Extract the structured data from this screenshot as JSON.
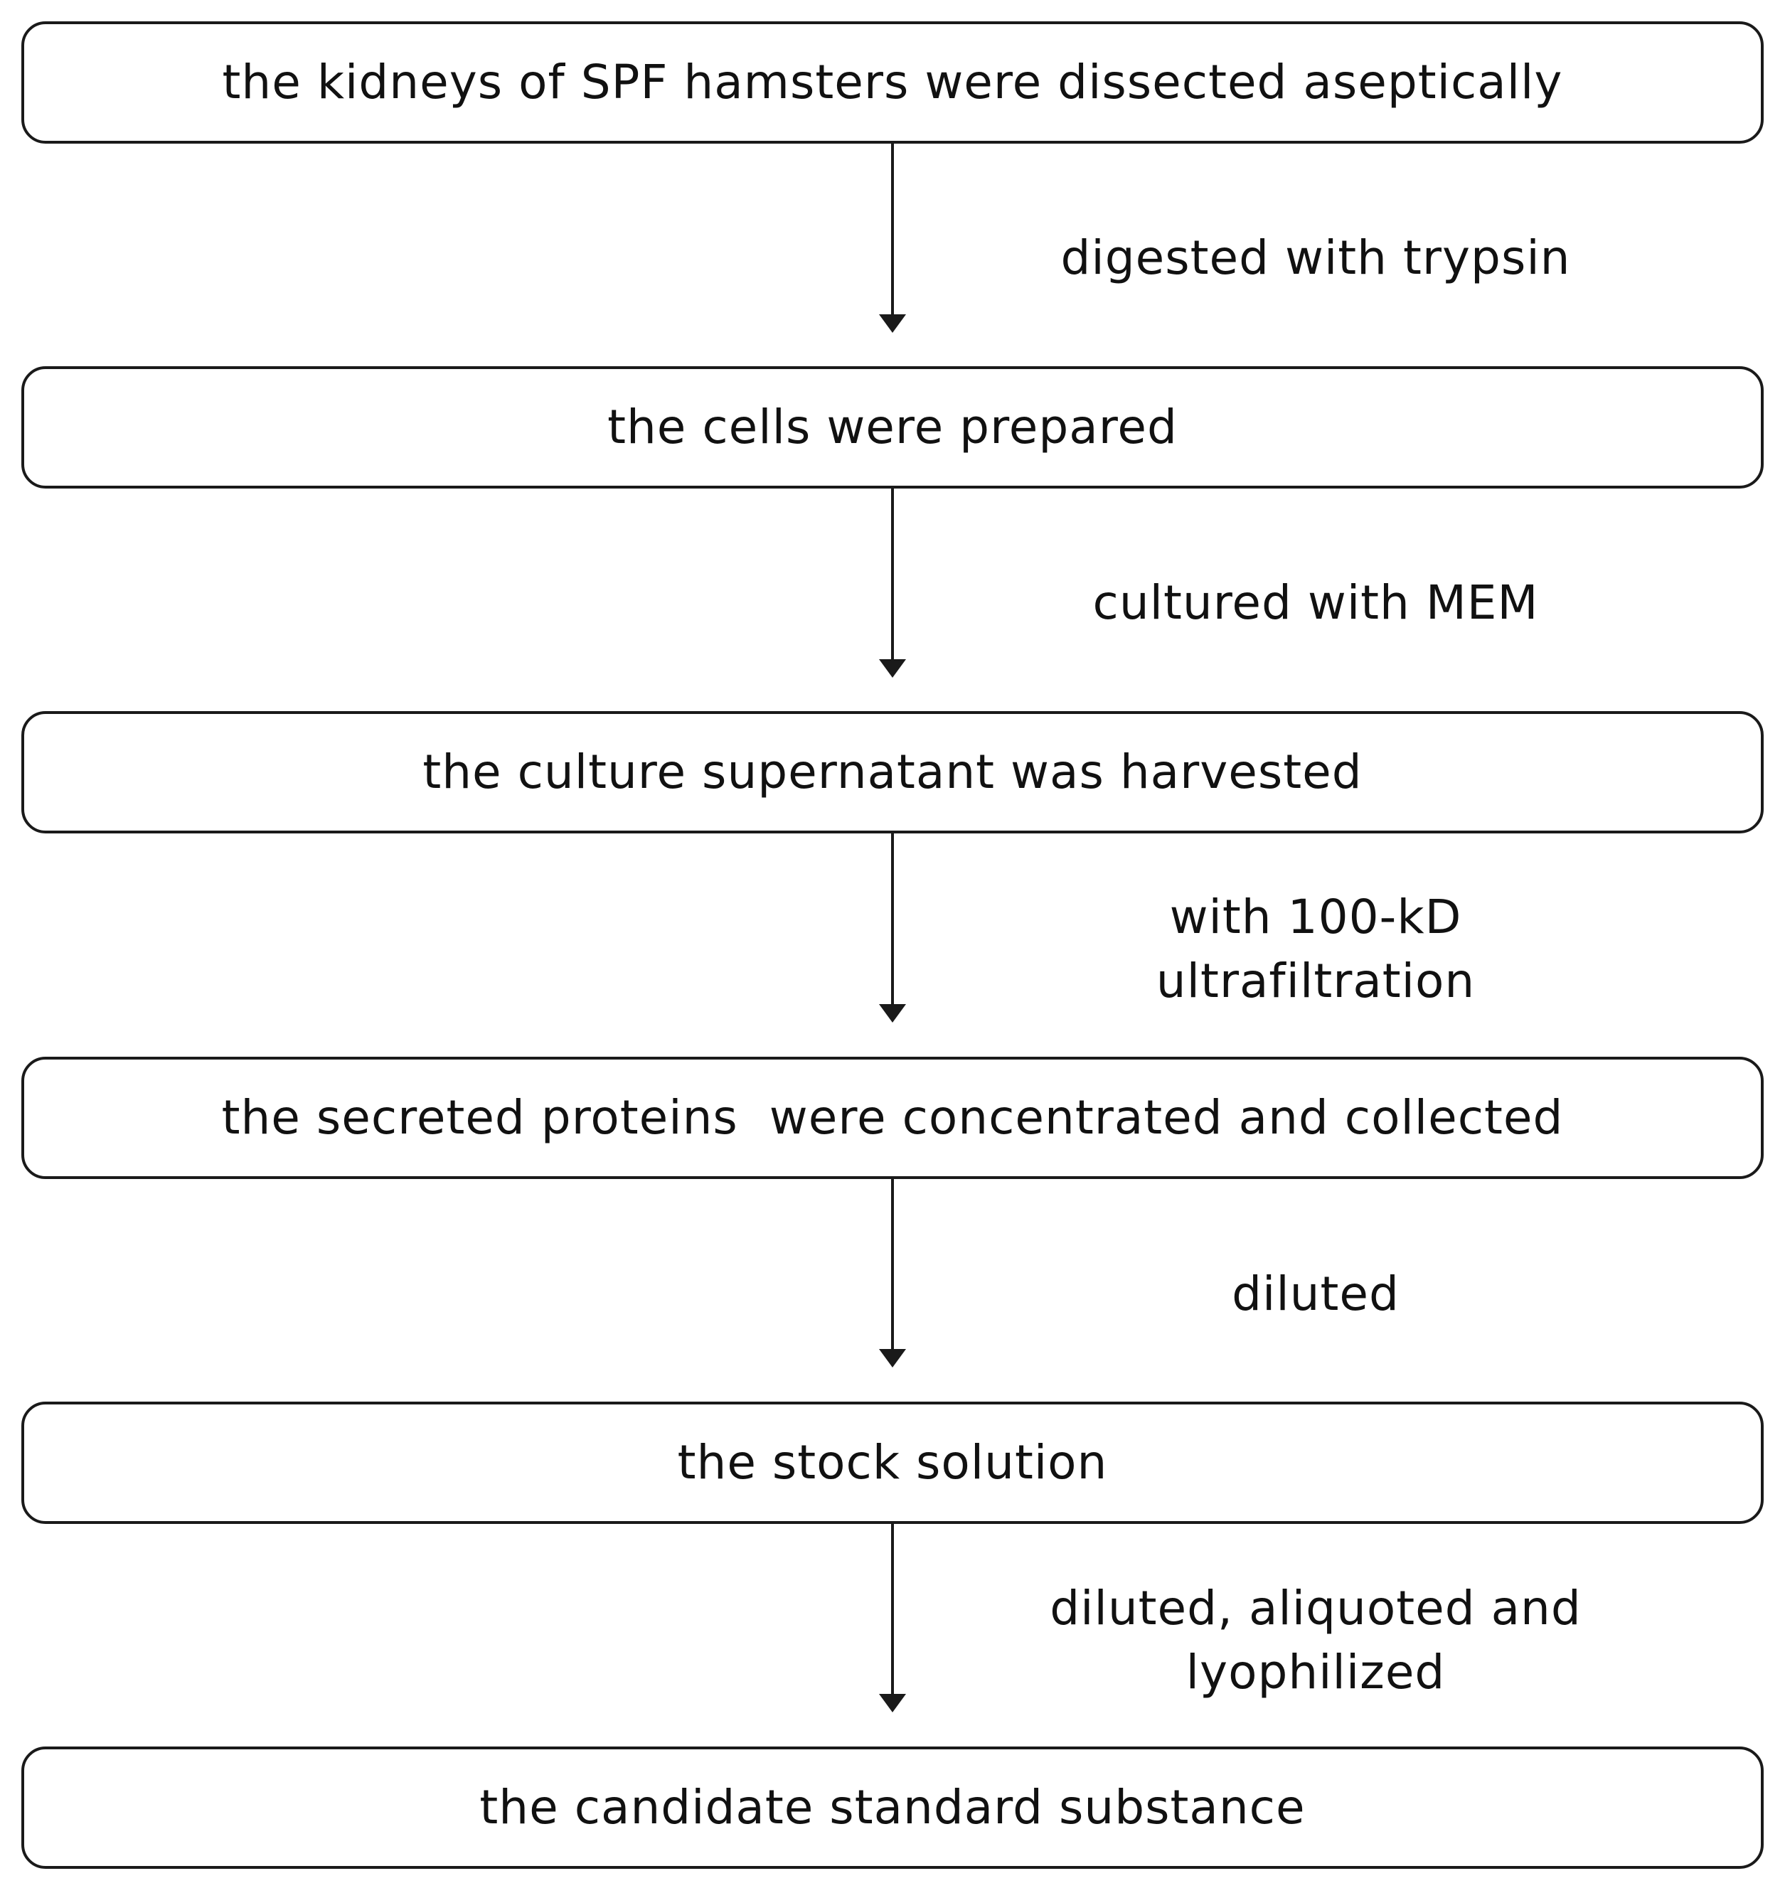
{
  "steps": [
    "the kidneys of SPF hamsters were dissected aseptically",
    "the cells were prepared",
    "the culture supernatant was harvested",
    "the secreted proteins  were concentrated and collected",
    "the stock solution",
    "the candidate standard substance"
  ],
  "transitions": [
    {
      "lines": [
        "digested with trypsin"
      ]
    },
    {
      "lines": [
        "cultured with MEM"
      ]
    },
    {
      "lines": [
        "with 100-kD",
        "ultrafiltration"
      ]
    },
    {
      "lines": [
        "diluted"
      ]
    },
    {
      "lines": [
        "diluted, aliquoted and",
        "lyophilized"
      ]
    }
  ],
  "colors": {
    "stroke": "#1a1a1a",
    "text": "#111111",
    "background": "#ffffff"
  }
}
